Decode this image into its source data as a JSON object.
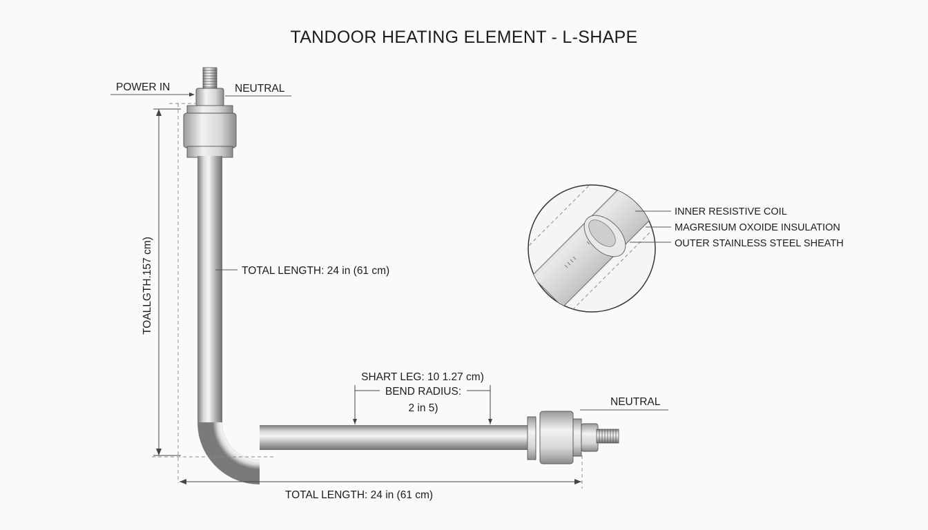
{
  "diagram": {
    "title": "TANDOOR HEATING ELEMENT - L-SHAPE",
    "labels": {
      "power_in": "POWER IN",
      "neutral_top": "NEUTRAL",
      "neutral_right": "NEUTRAL",
      "vertical_total": "TOALLGTH.157 cm)",
      "vertical_leg": "TOTAL LENGTH: 24 in (61 cm)",
      "short_leg": "SHART LEG: 10 1.27 cm)",
      "bend_radius_line1": "BEND RADIUS:",
      "bend_radius_line2": "2 in 5)",
      "bottom_total": "TOTAL LENGTH: 24 in (61 cm)"
    },
    "detail": {
      "inner_coil": "INNER RESISTIVE COIL",
      "insulation": "MAGRESIUM OXOIDE INSULATION",
      "sheath": "OUTER STAINLESS STEEL SHEATH"
    },
    "colors": {
      "metal_light": "#eeeeee",
      "metal_mid": "#b9b9b9",
      "metal_dark": "#6f6f6f",
      "line": "#444444"
    }
  }
}
